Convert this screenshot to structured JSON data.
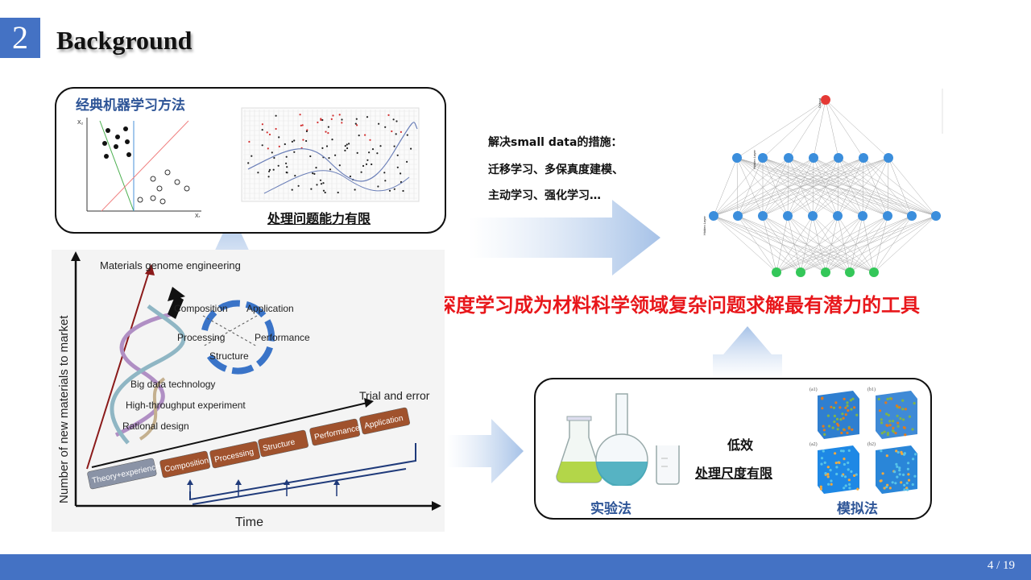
{
  "slide": {
    "section_number": "2",
    "title": "Background",
    "page": "4 / 19"
  },
  "classic_ml": {
    "title": "经典机器学习方法",
    "limitation": "处理问题能力有限"
  },
  "small_data": {
    "heading": "解决small  data的措施：",
    "line1": "迁移学习、多保真度建模、",
    "line2": "主动学习、强化学习…"
  },
  "headline": "深度学习成为材料科学领域复杂问题求解最有潜力的工具",
  "experiment": {
    "label": "实验法",
    "simulation_label": "模拟法",
    "note1": "低效",
    "note2": "处理尺度有限"
  },
  "mge_diagram": {
    "title": "Materials genome engineering",
    "y_axis": "Number of new materials to market",
    "x_axis": "Time",
    "trial": "Trial and error",
    "cycle": [
      "Composition",
      "Application",
      "Performance",
      "Structure",
      "Processing"
    ],
    "helix": [
      "Big data technology",
      "High-throughput experiment",
      "Rational design"
    ],
    "steps": [
      "Theory+experience",
      "Composition",
      "Processing",
      "Structure",
      "Performance",
      "Application"
    ]
  },
  "colors": {
    "accent_blue": "#4472c4",
    "headline_red": "#e8171b",
    "label_blue": "#2e5597",
    "step_brown": "#a0522d"
  }
}
